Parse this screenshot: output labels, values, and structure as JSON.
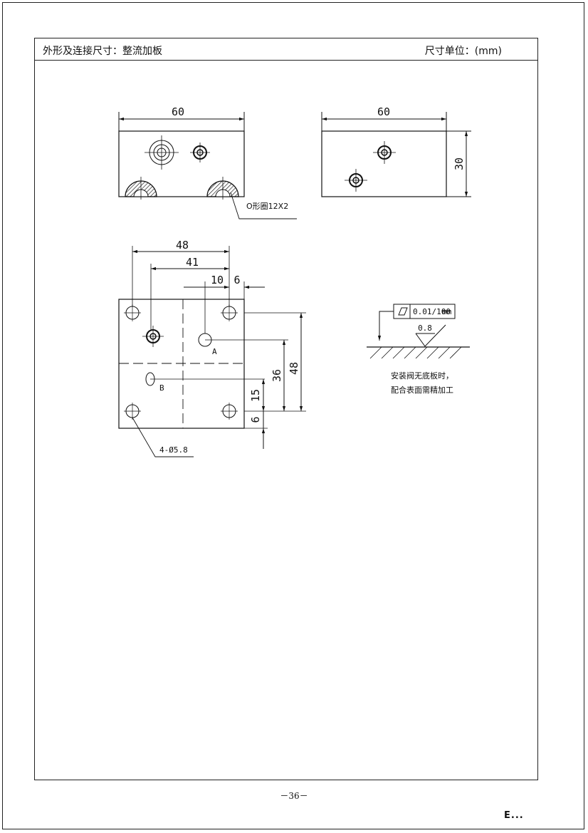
{
  "header": {
    "title": "外形及连接尺寸：整流加板",
    "unit": "尺寸单位：(mm)"
  },
  "top_left_view": {
    "width_dim": "60",
    "oring_label": "O形圈12X2"
  },
  "top_right_view": {
    "width_dim": "60",
    "height_dim": "30"
  },
  "plan_view": {
    "dim_48_top": "48",
    "dim_41": "41",
    "dim_10": "10",
    "dim_6_top": "6",
    "dim_48_side": "48",
    "dim_36": "36",
    "dim_15": "15",
    "dim_6_side": "6",
    "port_a": "A",
    "port_b": "B",
    "holes_label": "4-Ø5.8"
  },
  "surface_spec": {
    "flatness": "0.01/100",
    "flatness_unit": "mm",
    "roughness": "0.8",
    "note_line1": "安装阀无底板时，",
    "note_line2": "配合表面需精加工"
  },
  "footer": {
    "page_number": "－36－",
    "brand": "E..."
  }
}
